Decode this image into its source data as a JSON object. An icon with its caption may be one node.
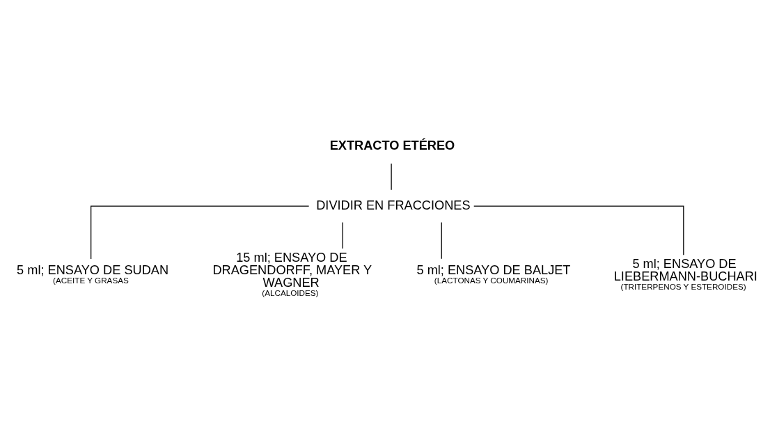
{
  "diagram": {
    "nodes": [
      {
        "text": [
          "EXTRACTO ETÉREO"
        ]
      },
      {
        "text": [
          "DIVIDIR EN FRACCIONES"
        ]
      },
      {
        "text": [
          "5 ml; ENSAYO DE SUDAN",
          "(ACEITE Y GRASAS"
        ]
      },
      {
        "text": [
          "15 ml; ENSAYO DE DRAGENDORFF, MAYER Y WAGNER",
          "(ALCALOIDES)"
        ]
      },
      {
        "text": [
          "5 ml; ENSAYO DE BALJET",
          "(LACTONAS Y COUMARINAS)"
        ]
      },
      {
        "text": [
          "5 ml; ENSAYO DE LIEBERMANN-BUCHARI",
          "(TRITERPENOS Y ESTEROIDES)"
        ]
      }
    ],
    "edges": [
      {
        "from": 0,
        "to": 1,
        "arrow": "none"
      },
      {
        "from": 1,
        "to": 2,
        "arrow": "none"
      },
      {
        "from": 1,
        "to": 3,
        "arrow": "none"
      },
      {
        "from": 1,
        "to": 4,
        "arrow": "none"
      },
      {
        "from": 1,
        "to": 5,
        "arrow": "none"
      }
    ]
  }
}
